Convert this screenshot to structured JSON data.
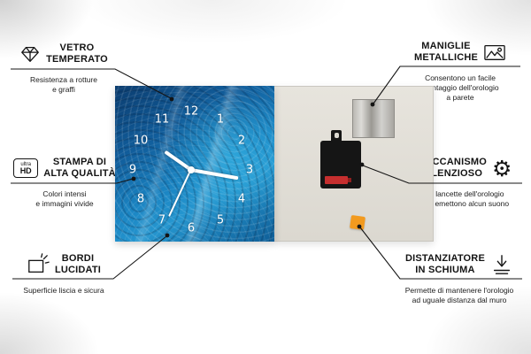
{
  "callouts": {
    "vetro": {
      "title": "VETRO\nTEMPERATO",
      "desc": "Resistenza a rotture\ne graffi",
      "icon": "diamond-icon"
    },
    "stampa": {
      "title": "STAMPA DI\nALTA QUALITÀ",
      "desc": "Colori intensi\ne immagini vivide",
      "icon": "ultra-hd-icon"
    },
    "bordi": {
      "title": "BORDI\nLUCIDATI",
      "desc": "Superficie liscia e sicura",
      "icon": "polished-edge-icon"
    },
    "maniglie": {
      "title": "MANIGLIE\nMETALLICHE",
      "desc": "Consentono un facile\nmontaggio dell'orologio\na parete",
      "icon": "picture-frame-icon"
    },
    "meccanismo": {
      "title": "MECCANISMO\nSILENZIOSO",
      "desc": "Le lancette dell'orologio\nnon emettono alcun suono",
      "icon": "gear-icon"
    },
    "distanziatore": {
      "title": "DISTANZIATORE\nIN SCHIUMA",
      "desc": "Permette di mantenere l'orologio\nad uguale distanza dal muro",
      "icon": "spacer-arrow-icon"
    }
  },
  "badges": {
    "ultra_hd_top": "ultra",
    "ultra_hd_bottom": "HD"
  },
  "glyphs": {
    "gear": "⚙"
  },
  "clock": {
    "numbers": [
      "12",
      "1",
      "2",
      "3",
      "4",
      "5",
      "6",
      "7",
      "8",
      "9",
      "10",
      "11"
    ]
  },
  "colors": {
    "clock_blue": "#1b86c4",
    "foam_orange": "#f29a1e",
    "line_black": "#141414",
    "back_panel": "#e0ddd6"
  }
}
